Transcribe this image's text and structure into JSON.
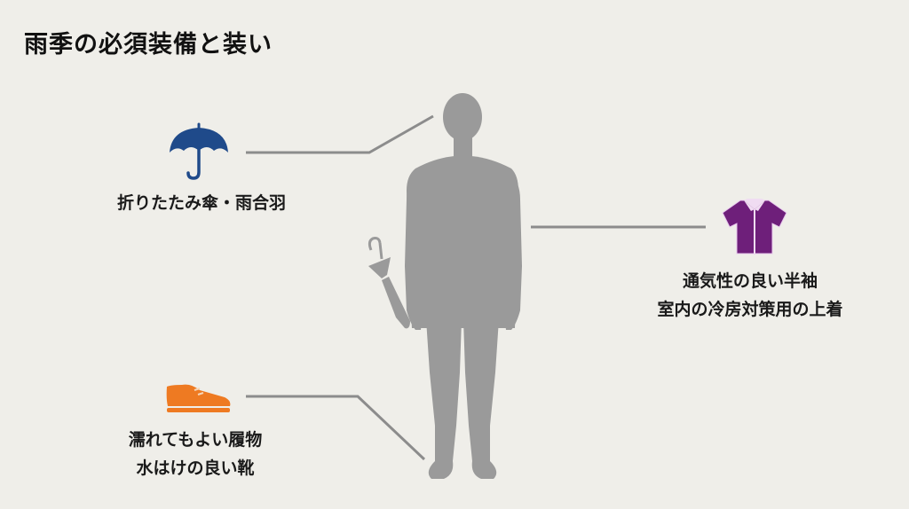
{
  "title": "雨季の必須装備と装い",
  "colors": {
    "background": "#efeee9",
    "silhouette": "#9a9a9a",
    "connector": "#8c8c8c",
    "umbrella": "#1f4a8a",
    "shirt": "#6e1f7a",
    "shoe": "#ee7a22"
  },
  "items": [
    {
      "id": "umbrella",
      "icon": "umbrella-icon",
      "lines": [
        "折りたたみ傘・雨合羽"
      ]
    },
    {
      "id": "shirt",
      "icon": "shirt-icon",
      "lines": [
        "通気性の良い半袖",
        "室内の冷房対策用の上着"
      ]
    },
    {
      "id": "shoes",
      "icon": "shoe-icon",
      "lines": [
        "濡れてもよい履物",
        "水はけの良い靴"
      ]
    }
  ]
}
